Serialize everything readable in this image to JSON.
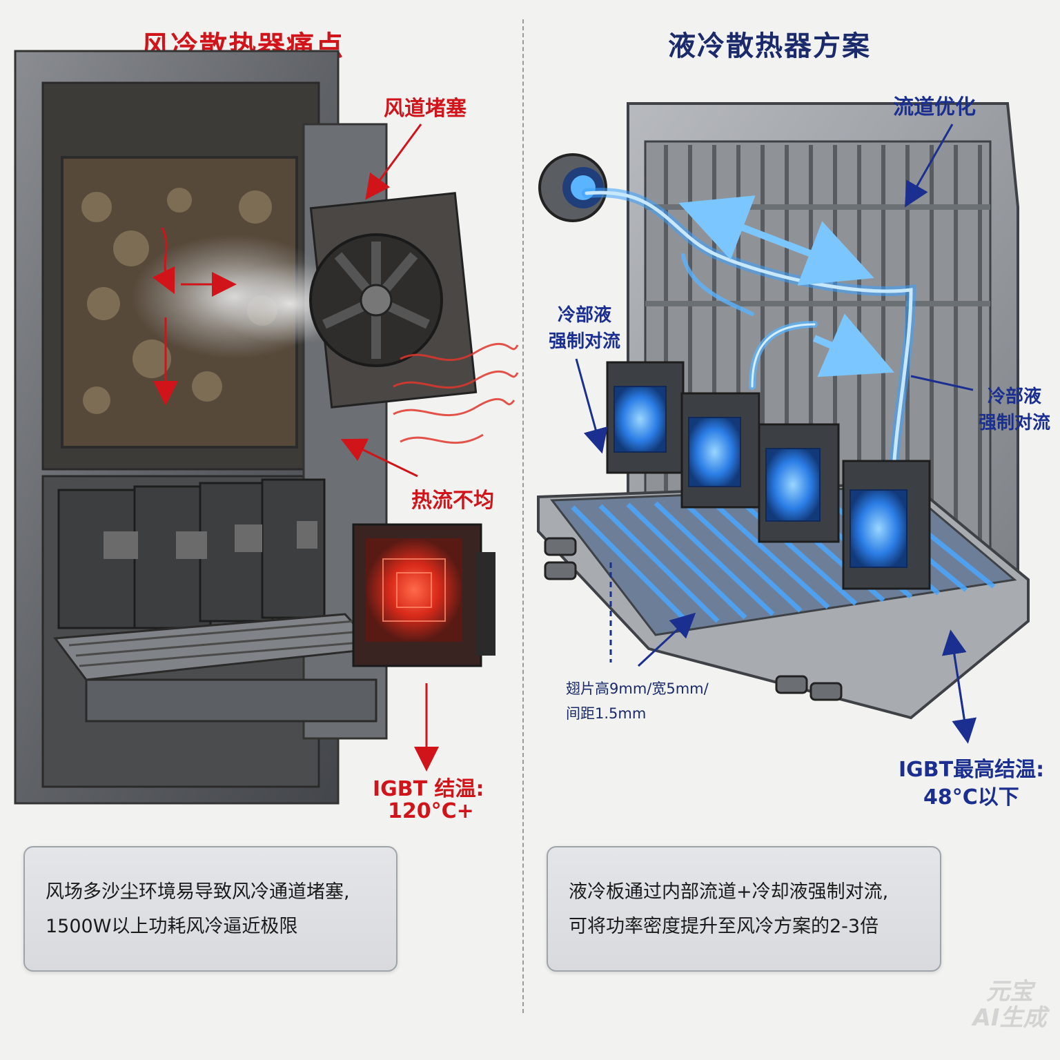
{
  "left": {
    "title": "风冷散热器痛点",
    "labels": {
      "air_blockage": "风道堵塞",
      "uneven_heat": "热流不均",
      "igbt_temp_line1": "IGBT 结温:",
      "igbt_temp_line2": "120°C+"
    },
    "caption": {
      "line1": "风场多沙尘环境易导致风冷通道堵塞,",
      "line2": "1500W以上功耗风冷逼近极限"
    }
  },
  "right": {
    "title": "液冷散热器方案",
    "labels": {
      "channel_opt": "流道优化",
      "coolant_left_line1": "冷部液",
      "coolant_left_line2": "强制对流",
      "coolant_right_line1": "冷部液",
      "coolant_right_line2": "强制对流",
      "fin_spec_line1": "翅片高9mm/宽5mm/",
      "fin_spec_line2": "间距1.5mm",
      "igbt_temp_line1": "IGBT最高结温:",
      "igbt_temp_line2": "48°C以下"
    },
    "caption": {
      "line1": "液冷板通过内部流道+冷却液强制对流,",
      "line2": "可将功率密度提升至风冷方案的2-3倍"
    }
  },
  "watermark": {
    "line1": "元宝",
    "line2": "AI生成"
  },
  "colors": {
    "alert_red": "#d0141a",
    "solution_blue": "#1a2f8f",
    "coolant_blue": "#3aa0ff"
  }
}
